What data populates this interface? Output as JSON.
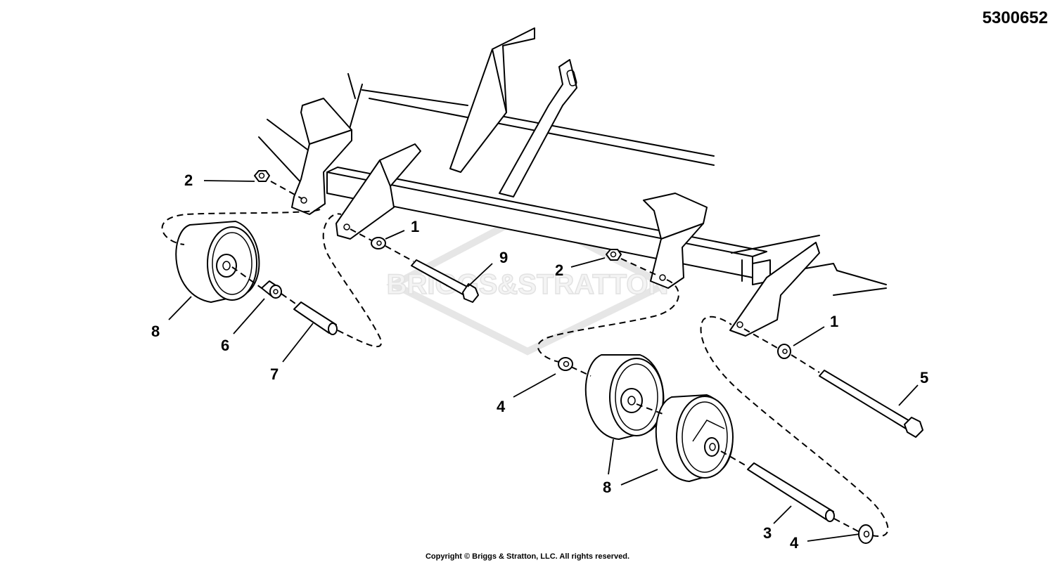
{
  "diagram_number": "5300652",
  "watermark_text": "BRIGGS&STRATTON",
  "copyright": "Copyright © Briggs & Stratton, LLC. All rights reserved.",
  "callouts": {
    "c1a": "1",
    "c1b": "1",
    "c2a": "2",
    "c2b": "2",
    "c3": "3",
    "c4a": "4",
    "c4b": "4",
    "c5": "5",
    "c6": "6",
    "c7": "7",
    "c8a": "8",
    "c8b": "8",
    "c9": "9"
  }
}
